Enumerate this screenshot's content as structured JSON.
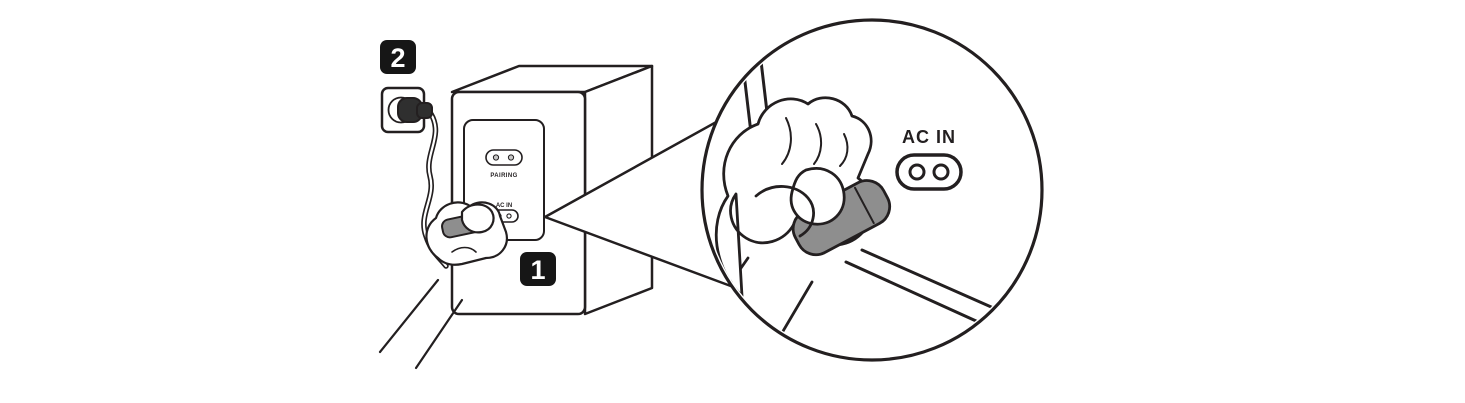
{
  "figure": {
    "background": "#ffffff",
    "line_color": "#231f20",
    "plug_color": "#8e8e8e",
    "plug_dark_color": "#2f2f2f",
    "badge_background": "#161616",
    "badge_text_color": "#ffffff"
  },
  "steps": {
    "step1_label": "1",
    "step2_label": "2"
  },
  "speaker_rear_panel": {
    "pairing_label": "PAIRING",
    "ac_in_label": "AC IN"
  },
  "zoom_callout": {
    "ac_in_label": "AC IN"
  }
}
